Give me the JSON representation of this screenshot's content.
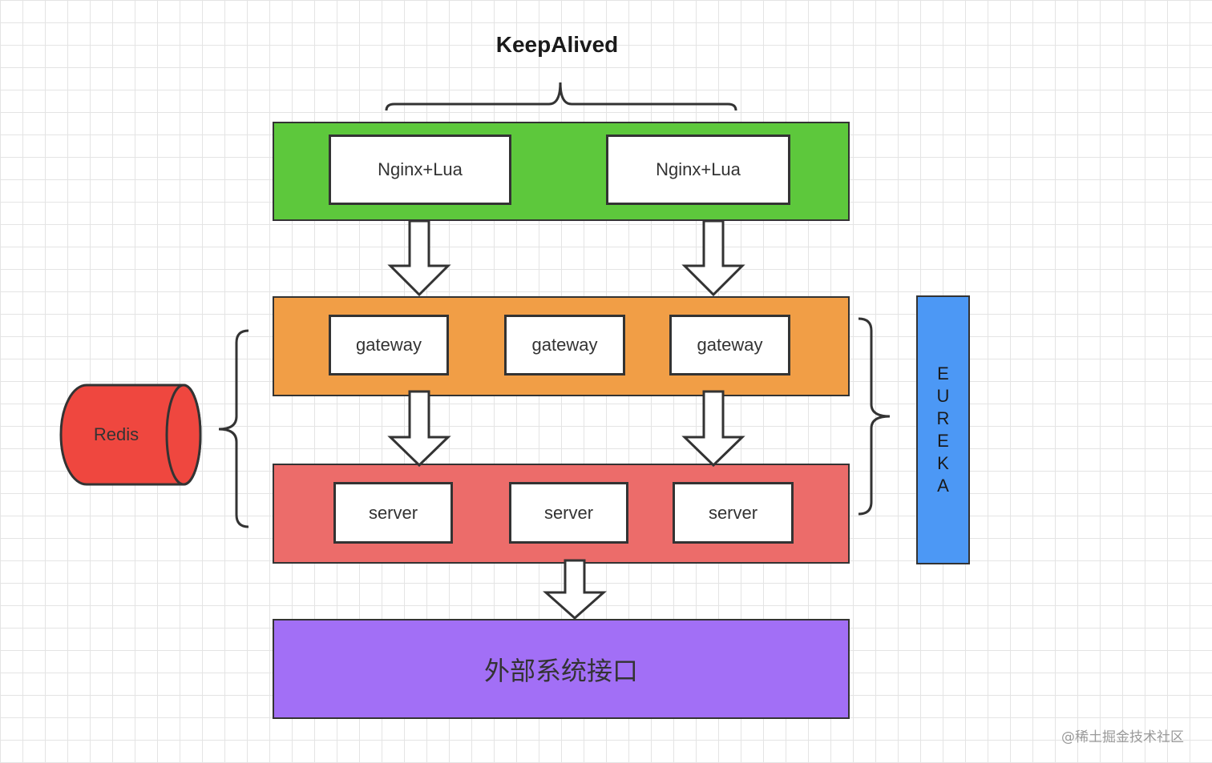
{
  "title": "KeepAlived",
  "colors": {
    "nginx_layer": "#5dc83c",
    "gateway_layer": "#f19e46",
    "server_layer": "#ec6c6a",
    "external_layer": "#a26ff6",
    "eureka": "#4c98f5",
    "redis": "#ef473f",
    "border": "#333333"
  },
  "nginx": [
    "Nginx+Lua",
    "Nginx+Lua"
  ],
  "gateways": [
    "gateway",
    "gateway",
    "gateway"
  ],
  "servers": [
    "server",
    "server",
    "server"
  ],
  "external": "外部系统接口",
  "eureka": [
    "E",
    "U",
    "R",
    "E",
    "K",
    "A"
  ],
  "redis": "Redis",
  "watermark": "@稀土掘金技术社区"
}
